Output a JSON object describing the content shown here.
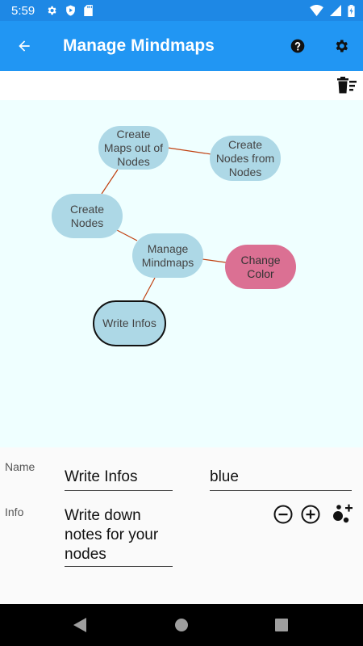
{
  "status_bar": {
    "time": "5:59"
  },
  "app_bar": {
    "title": "Manage Mindmaps"
  },
  "colors": {
    "primary": "#2196f3",
    "status": "#1e88e5",
    "canvas": "#efffff",
    "node": "#add8e6",
    "node_pink": "#db7093",
    "edge": "#c04010"
  },
  "mindmap": {
    "nodes": [
      {
        "id": "create-maps",
        "label": "Create Maps out of Nodes",
        "color": "blue"
      },
      {
        "id": "create-nodes-from",
        "label": "Create Nodes from Nodes",
        "color": "blue"
      },
      {
        "id": "create-nodes",
        "label": "Create Nodes",
        "color": "blue"
      },
      {
        "id": "manage-mindmaps",
        "label": "Manage Mindmaps",
        "color": "blue"
      },
      {
        "id": "change-color",
        "label": "Change Color",
        "color": "pink"
      },
      {
        "id": "write-infos",
        "label": "Write Infos",
        "color": "blue",
        "selected": true
      }
    ]
  },
  "form": {
    "name_label": "Name",
    "name_value": "Write Infos",
    "color_value": "blue",
    "info_label": "Info",
    "info_value": "Write down notes for your nodes"
  }
}
